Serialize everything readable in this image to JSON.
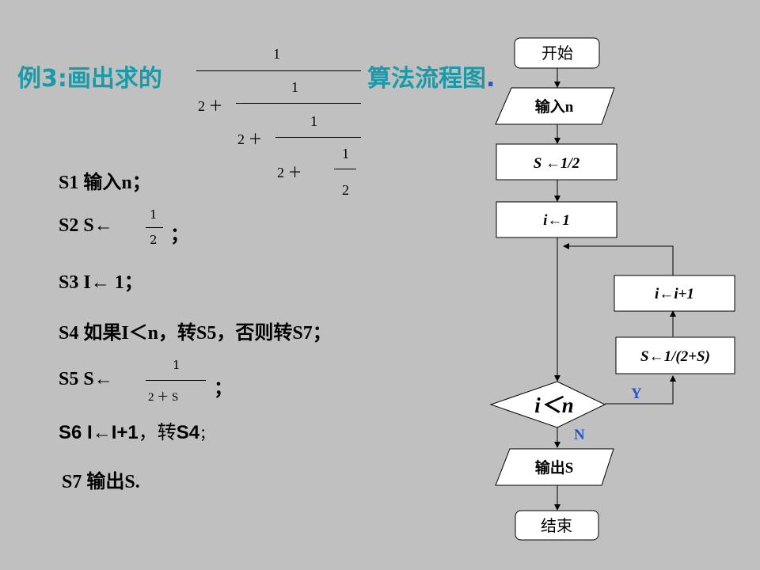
{
  "title": {
    "prefix": "例3:画出求的",
    "suffix": "算法流程图",
    "suffix_dot": "."
  },
  "fraction": {
    "num1": "1",
    "two_plus_1": "2 ＋",
    "num2": "1",
    "two_plus_2": "2 ＋",
    "num3": "1",
    "two_plus_3": "2 ＋",
    "num4": "1",
    "den4": "2"
  },
  "steps": {
    "s1": "S1  输入n；",
    "s2_prefix": "S2  S←",
    "s2_num": "1",
    "s2_den": "2",
    "s2_suffix": "；",
    "s3": "S3  I← 1；",
    "s4": "S4  如果I＜n，转S5，否则转S7；",
    "s5_prefix": "S5  S←",
    "s5_num": "1",
    "s5_den": "2 ＋ S",
    "s5_suffix": "；",
    "s6_a": "S6 I←I+1",
    "s6_b": "，转",
    "s6_c": "S4",
    "s6_d": "；",
    "s7": "S7  输出S."
  },
  "flowchart": {
    "start": "开始",
    "input": "输入n",
    "init_s": "S ←1/2",
    "init_i": "i←1",
    "cond": "i＜n",
    "update_s": "S←1/(2+S)",
    "update_i": "i←i+1",
    "yes": "Y",
    "no": "N",
    "output": "输出S",
    "end": "结束",
    "colors": {
      "label": "#2255cc",
      "line": "#000000"
    }
  }
}
